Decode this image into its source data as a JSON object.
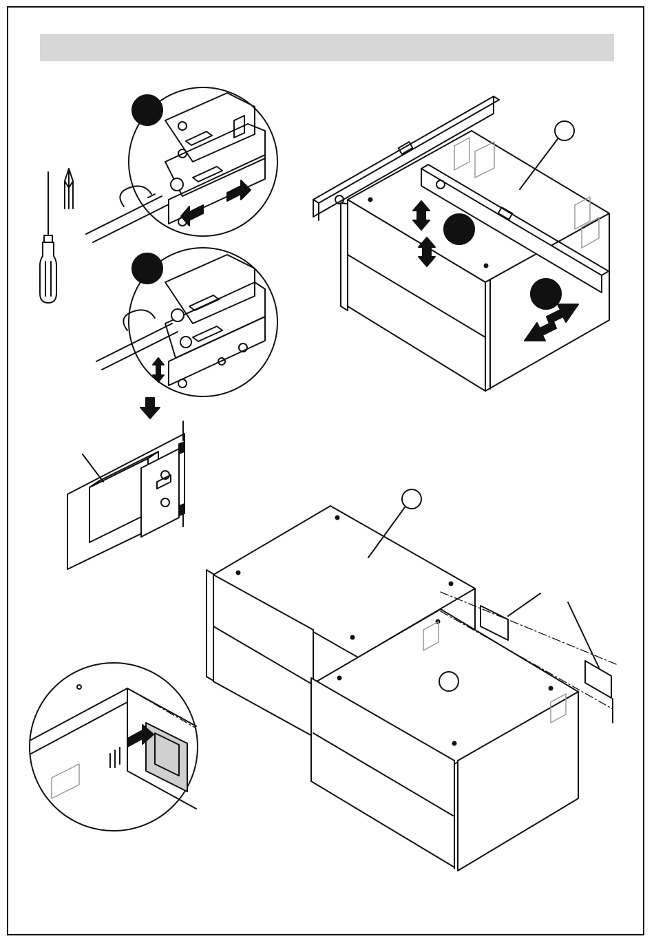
{
  "header": {
    "title": ""
  },
  "steps": [
    {
      "marker": "",
      "label": "adjust-depth"
    },
    {
      "marker": "",
      "label": "adjust-height"
    },
    {
      "marker": "",
      "label": "adjust-height-cabinet"
    },
    {
      "marker": "",
      "label": "adjust-side-cabinet"
    }
  ],
  "callouts": [
    "",
    "",
    "",
    ""
  ],
  "colors": {
    "ink": "#111111",
    "band": "#d7d7d7",
    "marker": "#111111",
    "hinge": "#9a9a9a"
  },
  "icons": [
    "screwdriver-icon",
    "phillips-tip-icon",
    "spirit-level-icon",
    "hinge-plate-icon",
    "arrow-icon"
  ]
}
